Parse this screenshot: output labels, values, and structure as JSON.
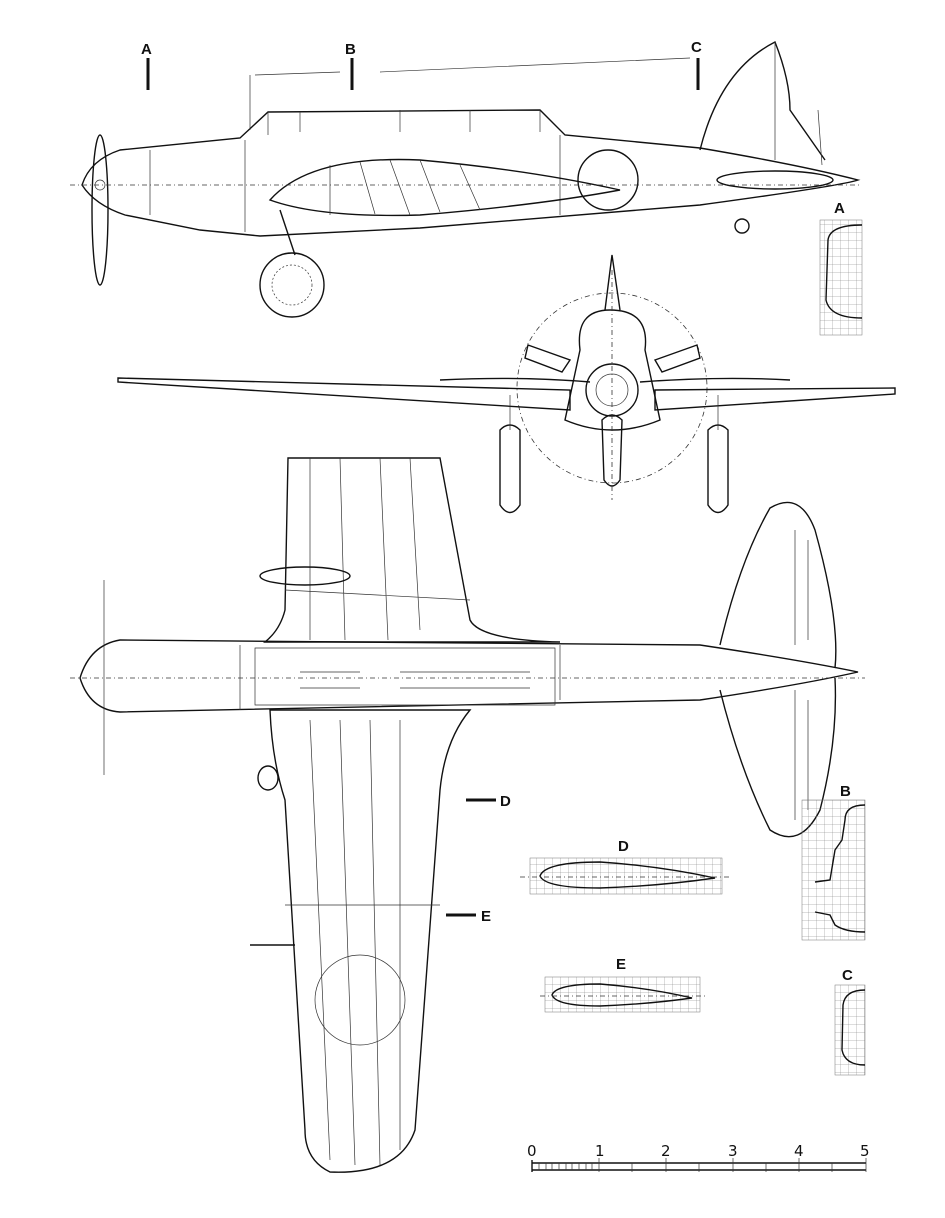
{
  "section_labels": {
    "top_a": "A",
    "top_b": "B",
    "top_c": "C",
    "section_a": "A",
    "section_b": "B",
    "section_c": "C",
    "airfoil_d": "D",
    "airfoil_e": "E",
    "wing_d": "D",
    "wing_e": "E"
  },
  "scale": {
    "ticks": [
      "0",
      "1",
      "2",
      "3",
      "4",
      "5"
    ]
  },
  "colors": {
    "ink": "#111111",
    "background": "#ffffff"
  }
}
